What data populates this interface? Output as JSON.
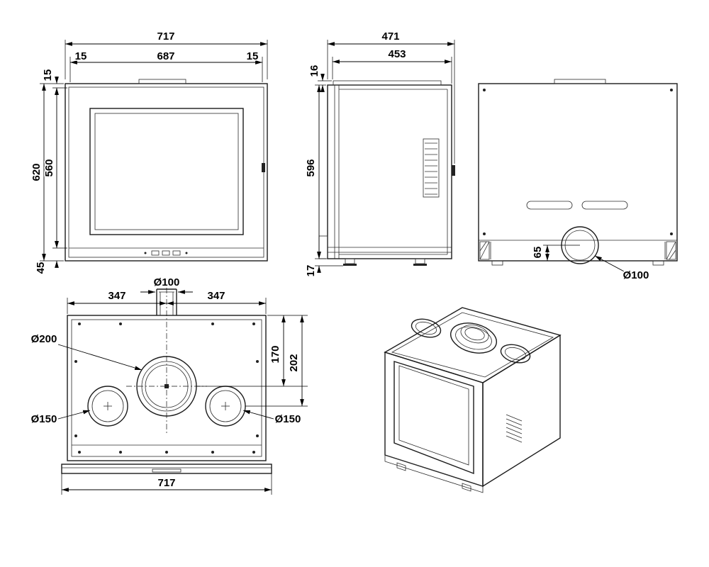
{
  "drawing": {
    "front": {
      "overall_width": "717",
      "inner_width": "687",
      "margin_left": "15",
      "margin_right": "15",
      "top_margin": "15",
      "overall_height": "620",
      "body_height": "560",
      "base_height": "45"
    },
    "side": {
      "overall_depth": "471",
      "body_depth": "453",
      "top_inset": "16",
      "body_height": "596",
      "base_height": "17"
    },
    "rear": {
      "flue_center_offset": "65",
      "flue_diameter": "Ø100"
    },
    "top": {
      "spigot_diameter": "Ø100",
      "left_span": "347",
      "right_span": "347",
      "flue_diameter": "Ø200",
      "left_outlet_diameter": "Ø150",
      "right_outlet_diameter": "Ø150",
      "flue_center_depth": "170",
      "outlet_center_depth": "202",
      "overall_width": "717"
    }
  }
}
